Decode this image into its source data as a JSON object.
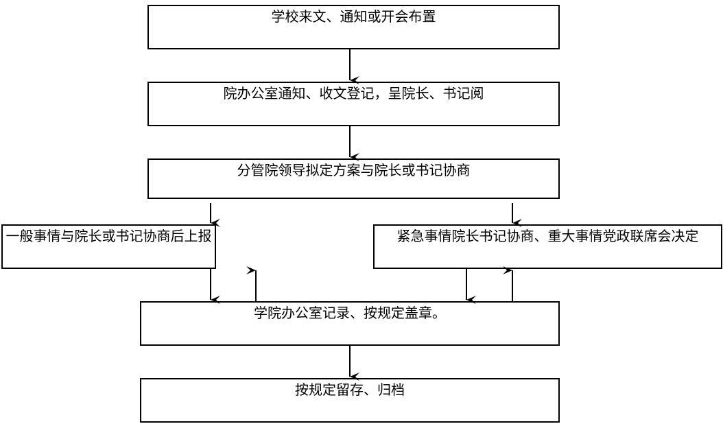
{
  "diagram": {
    "type": "flowchart",
    "nodes": {
      "school_notice": "学校来文、通知或开会布置",
      "office_register": "院办公室通知、收文登记，呈院长、书记阅",
      "leader_plan": "分管院领导拟定方案与院长或书记协商",
      "general_matters": "一般事情与院长或书记协商后上报",
      "urgent_matters": "紧急事情院长书记协商、重大事情党政联席会决定",
      "office_record": "学院办公室记录、按规定盖章。",
      "archive": "按规定留存、归档"
    },
    "edges": [
      {
        "from": "school_notice",
        "to": "office_register"
      },
      {
        "from": "office_register",
        "to": "leader_plan"
      },
      {
        "from": "leader_plan",
        "to": "general_matters"
      },
      {
        "from": "leader_plan",
        "to": "urgent_matters"
      },
      {
        "from": "general_matters",
        "to": "office_record"
      },
      {
        "from": "office_record",
        "to": "general_matters"
      },
      {
        "from": "urgent_matters",
        "to": "office_record"
      },
      {
        "from": "office_record",
        "to": "urgent_matters"
      },
      {
        "from": "office_record",
        "to": "archive"
      }
    ],
    "line_color": "#000000",
    "box_fill": "#ffffff"
  }
}
